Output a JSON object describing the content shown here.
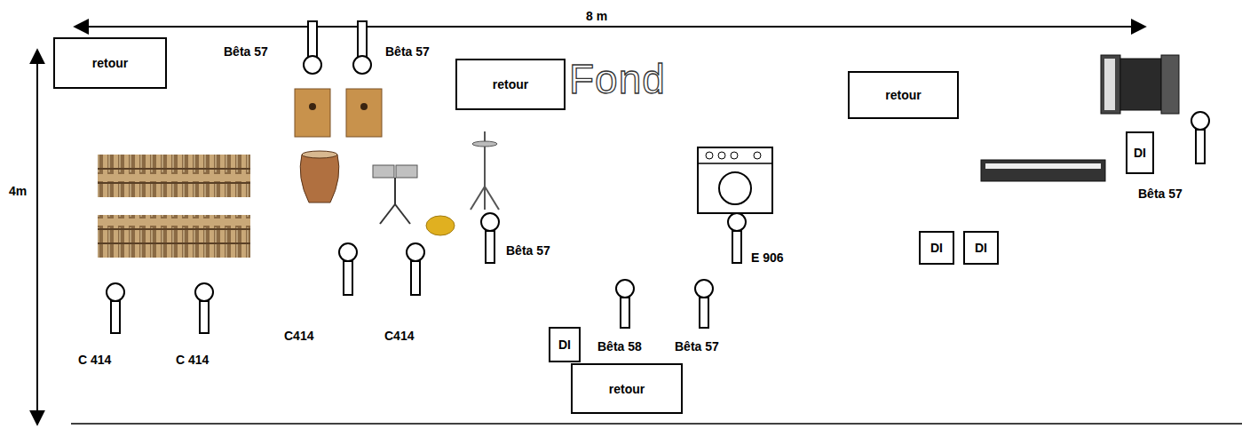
{
  "diagram": {
    "nodes": [
      {
        "text": [
          "retour"
        ]
      },
      {
        "text": [
          "retour"
        ]
      },
      {
        "text": [
          "retour"
        ]
      },
      {
        "text": [
          "DI"
        ]
      },
      {
        "text": [
          "DI"
        ]
      },
      {
        "text": [
          "DI"
        ]
      },
      {
        "text": [
          "DI"
        ]
      },
      {
        "text": [
          "retour"
        ]
      }
    ],
    "labels": [
      "8 m",
      "4m",
      "Bêta 57",
      "Bêta 57",
      "Fond",
      "Bêta 57",
      "Bêta 57",
      "E 906",
      "C414",
      "C414",
      "Bêta 58",
      "Bêta 57",
      "C 414",
      "C 414"
    ]
  }
}
